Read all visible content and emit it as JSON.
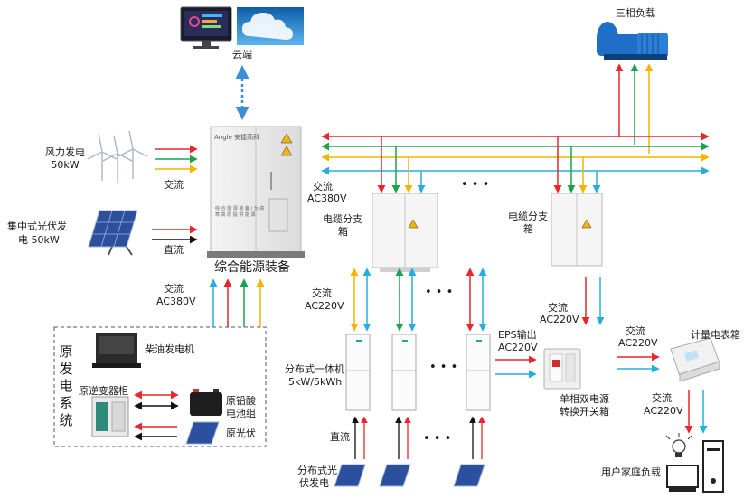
{
  "labels": {
    "cloud": "云端",
    "three_phase_load": "三相负载",
    "wind": "风力发电",
    "wind_cap": "50kW",
    "ac_wind": "交流",
    "pv_central_1": "集中式光伏发",
    "pv_central_2": "电 50kW",
    "dc_pv": "直流",
    "ac_bus": "交流",
    "ac_bus_v": "AC380V",
    "branch1_1": "电缆分支",
    "branch1_2": "箱",
    "branch2_1": "电缆分支",
    "branch2_2": "箱",
    "integrated_device": "综合能源装备",
    "ac_in": "交流",
    "ac_in_v": "AC380V",
    "ac220_left": "交流",
    "ac220_left_v": "AC220V",
    "ac220_right": "交流",
    "ac220_right_v": "AC220V",
    "eps_1": "EPS输出",
    "eps_2": "AC220V",
    "dist_unit_1": "分布式一体机",
    "dist_unit_2": "5kW/5kWh",
    "dc_dist": "直流",
    "dist_pv_1": "分布式光",
    "dist_pv_2": "伏发电",
    "ats_1": "单相双电源",
    "ats_2": "转换开关箱",
    "meter_ac": "交流",
    "meter_ac_v": "AC220V",
    "meter": "计量电表箱",
    "home_ac": "交流",
    "home_ac_v": "AC220V",
    "home_load": "用户家庭负载",
    "orig_system": "原发电系统",
    "diesel": "柴油发电机",
    "orig_inverter": "原逆变器柜",
    "lead_acid_1": "原铅酸",
    "lead_acid_2": "电池组",
    "orig_pv": "原光伏",
    "cabinet_brand": "Angle 安捷高科",
    "cabinet_text": "综 合 能 源 装 备 / 为 高 寒 高 原 提 供 能 源",
    "ellipsis": "• • •"
  },
  "colors": {
    "red": "#e8262b",
    "green": "#1aa34a",
    "yellow": "#f5b400",
    "blue": "#26aee0",
    "black": "#111111",
    "cloud_blue": "#3a8fd6",
    "panel_blue": "#2c4f9e",
    "pump_blue": "#1f6fc9"
  },
  "icons": [
    "monitor-icon",
    "cloud-icon",
    "wind-turbine-icon",
    "solar-panel-icon",
    "pump-icon",
    "cabinet-icon",
    "warning-icon",
    "diesel-generator-icon",
    "inverter-cabinet-icon",
    "battery-icon",
    "bulb-icon",
    "computer-icon",
    "meter-box-icon",
    "switch-box-icon"
  ]
}
